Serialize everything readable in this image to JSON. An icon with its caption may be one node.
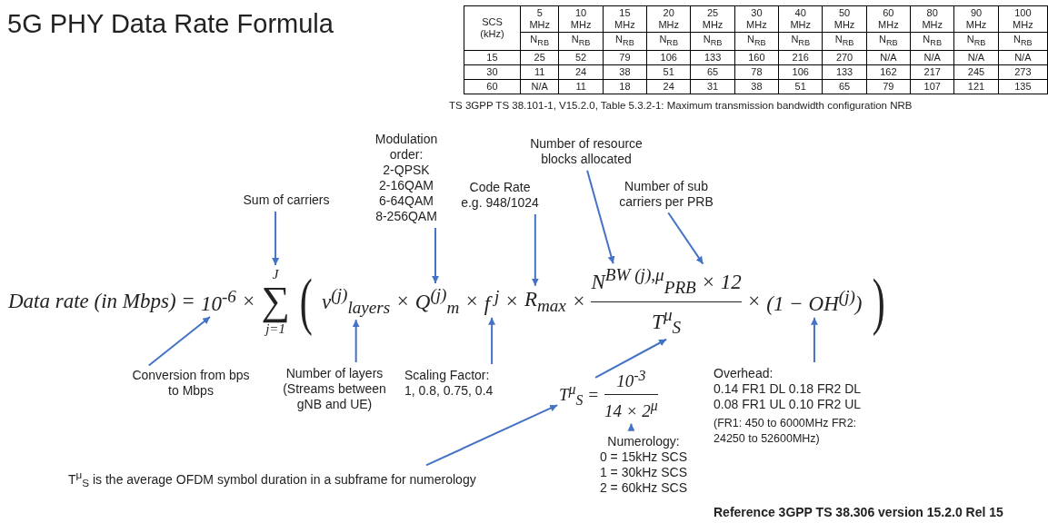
{
  "diagram": {
    "title": "5G PHY Data Rate Formula",
    "nodes": [
      {
        "text": [
          "Sum of carriers"
        ]
      },
      {
        "text": [
          "Modulation order:",
          "2-QPSK 2-16QAM 6-64QAM 8-256QAM"
        ]
      },
      {
        "text": [
          "Code Rate",
          "e.g. 948/1024"
        ]
      },
      {
        "text": [
          "Number of resource blocks allocated"
        ]
      },
      {
        "text": [
          "Number of sub carriers per PRB"
        ]
      },
      {
        "text": [
          "10$^{-6}$"
        ]
      },
      {
        "text": [
          "J",
          "∑",
          "j=1"
        ]
      },
      {
        "text": [
          "v$^{(j)}$$_{layers}$"
        ]
      },
      {
        "text": [
          "Q$^{(j)}$$_{m}$"
        ]
      },
      {
        "text": [
          "f$^{ j}$"
        ]
      },
      {
        "text": [
          "R$_{max}$"
        ]
      },
      {
        "text": [
          "N$^{BW (j),μ}$$_{PRB}$ × 12"
        ]
      },
      {
        "text": [
          "T$^{μ}$$_{S}$"
        ]
      },
      {
        "text": [
          "(1 − OH$^{(j)}$)"
        ]
      },
      {
        "text": [
          "Conversion from bps to Mbps"
        ]
      },
      {
        "text": [
          "Number of layers",
          "(Streams between gNB and UE)"
        ]
      },
      {
        "text": [
          "Scaling Factor:",
          "1, 0.8, 0.75, 0.4"
        ]
      },
      {
        "text": [
          "T$^{μ}$$_{S}$ ="
        ]
      },
      {
        "text": [
          "14 × 2$^{μ}$"
        ]
      },
      {
        "text": [
          "Overhead:",
          "0.14 FR1 DL 0.18 FR2 DL 0.08 FR1 UL 0.10 FR2 UL",
          "(FR1: 450 to 6000MHz FR2: 24250 to 52600MHz)"
        ]
      },
      {
        "text": [
          "Numerology:",
          "0 = 15kHz SCS 1 = 30kHz SCS 2 = 60kHz SCS"
        ]
      },
      {
        "text": [
          "T$^{μ}$$_{S}$ is the average OFDM symbol duration in a subframe for numerology"
        ]
      }
    ],
    "edges": [
      {
        "from": 0,
        "to": 6,
        "arrow": "to"
      },
      {
        "from": 1,
        "to": 8,
        "arrow": "to"
      },
      {
        "from": 2,
        "to": 10,
        "arrow": "to"
      },
      {
        "from": 3,
        "to": 11,
        "arrow": "to"
      },
      {
        "from": 4,
        "to": 11,
        "arrow": "to"
      },
      {
        "from": 14,
        "to": 5,
        "arrow": "to"
      },
      {
        "from": 15,
        "to": 7,
        "arrow": "to"
      },
      {
        "from": 16,
        "to": 9,
        "arrow": "to"
      },
      {
        "from": 17,
        "to": 12,
        "arrow": "to"
      },
      {
        "from": 19,
        "to": 13,
        "arrow": "to"
      },
      {
        "from": 20,
        "to": 18,
        "arrow": "to"
      },
      {
        "from": 21,
        "to": 17,
        "arrow": "to"
      }
    ],
    "labels": [
      "SCS (kHz)",
      "5 MHz",
      "10 MHz",
      "15 MHz",
      "20 MHz",
      "25 MHz",
      "30 MHz",
      "40 MHz",
      "50 MHz",
      "60 MHz",
      "80 MHz",
      "90 MHz",
      "100 MHz",
      "N$_{RB}$",
      "N$_{RB}$",
      "N$_{RB}$",
      "N$_{RB}$",
      "N$_{RB}$",
      "N$_{RB}$",
      "N$_{RB}$",
      "N$_{RB}$",
      "N$_{RB}$",
      "N$_{RB}$",
      "N$_{RB}$",
      "N$_{RB}$",
      "15",
      "25",
      "52",
      "79",
      "106",
      "133",
      "160",
      "216",
      "270",
      "N/A",
      "N/A",
      "N/A",
      "N/A",
      "30",
      "11",
      "24",
      "38",
      "51",
      "65",
      "78",
      "106",
      "133",
      "162",
      "217",
      "245",
      "273",
      "60",
      "N/A",
      "11",
      "18",
      "24",
      "31",
      "38",
      "51",
      "65",
      "79",
      "107",
      "121",
      "135",
      "TS 3GPP TS 38.101-1, V15.2.0, Table 5.3.2-1: Maximum transmission bandwidth configuration NRB",
      "Data rate (in Mbps) =",
      "×",
      "(",
      "×",
      "×",
      "×",
      "×",
      "×",
      ")",
      "10$^{-3}$",
      "Reference 3GPP TS 38.306 version 15.2.0 Rel 15"
    ]
  }
}
